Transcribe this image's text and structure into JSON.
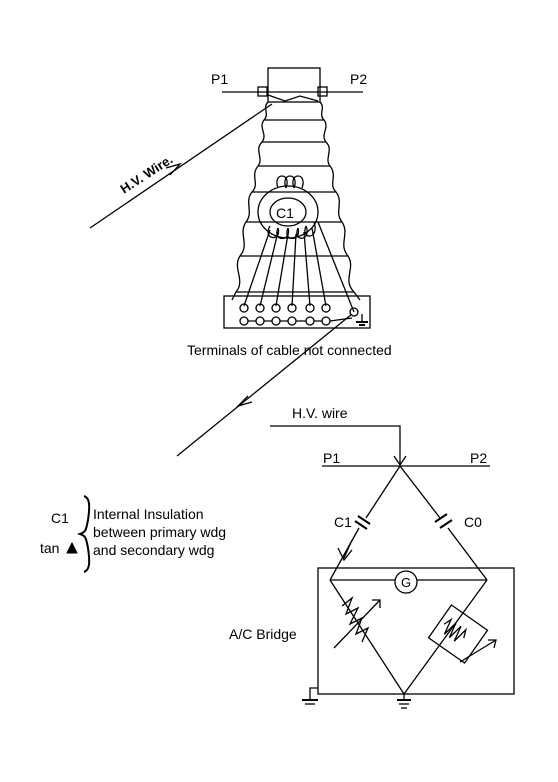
{
  "labels": {
    "p1_top": "P1",
    "p2_top": "P2",
    "hv_wire_top": "H.V.   Wire.",
    "c1_core": "C1",
    "terminals_caption": "Terminals of cable not connected",
    "hv_wire_bridge": "H.V.   wire",
    "p1_bridge": "P1",
    "p2_bridge": "P2",
    "c1_bridge": "C1",
    "c0_bridge": "C0",
    "galvanometer": "G",
    "ac_bridge": "A/C Bridge",
    "legend_c1": "C1",
    "legend_tan": "tan",
    "legend_line1": "Internal Insulation",
    "legend_line2": "between primary wdg",
    "legend_line3": "and secondary wdg"
  },
  "icons": {
    "tan_symbol": "delta-triangle-icon",
    "earth": "ground-icon",
    "arrow": "arrowhead-icon"
  },
  "colors": {
    "ink": "#000000",
    "background": "#ffffff"
  }
}
